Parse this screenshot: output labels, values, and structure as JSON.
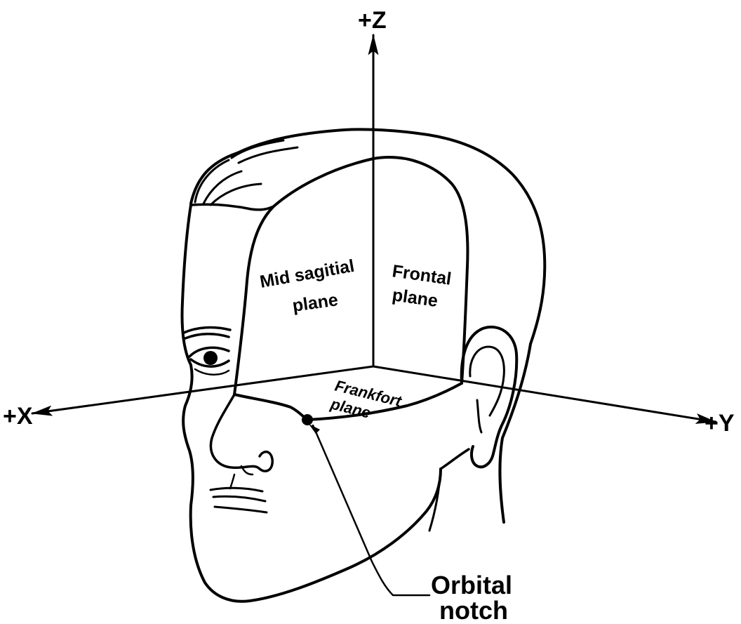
{
  "axes": {
    "z_label": "+Z",
    "x_label": "+X",
    "y_label": "+Y"
  },
  "planes": {
    "mid_sagittal": [
      "Mid sagitial",
      "plane"
    ],
    "frontal": [
      "Frontal",
      "plane"
    ],
    "frankfort": [
      "Frankfort",
      "plane"
    ]
  },
  "callout": {
    "lines": [
      "Orbital",
      "notch"
    ]
  },
  "colors": {
    "ink": "#000000",
    "background": "#ffffff"
  }
}
